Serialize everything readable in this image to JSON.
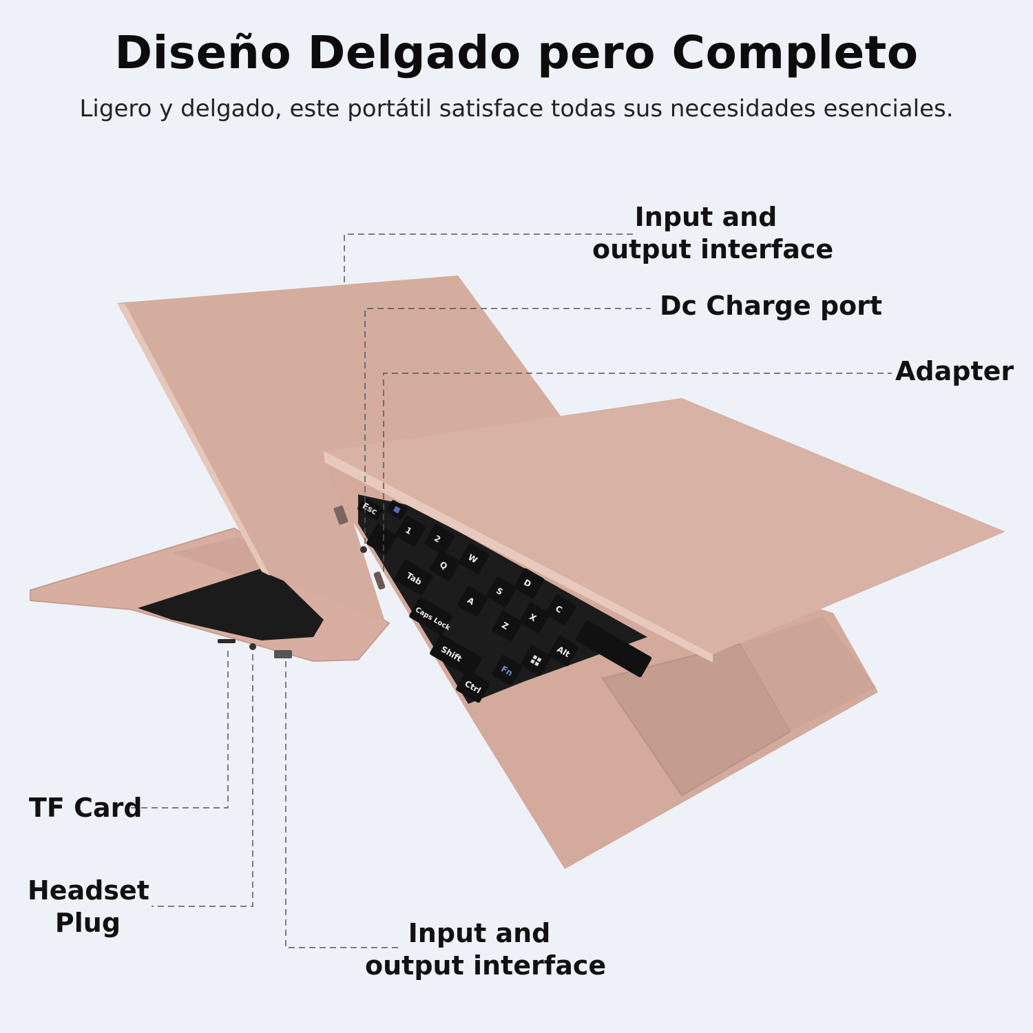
{
  "header": {
    "title": "Diseño Delgado pero Completo",
    "subtitle": "Ligero y delgado, este portátil satisface todas sus necesidades esenciales."
  },
  "callouts": {
    "io_top": {
      "line1": "Input and",
      "line2": "output interface"
    },
    "dc_charge": "Dc Charge port",
    "adapter": "Adapter",
    "tf_card": "TF Card",
    "headset": {
      "line1": "Headset",
      "line2": "Plug"
    },
    "io_bottom": {
      "line1": "Input and",
      "line2": "output interface"
    }
  },
  "keyboard_keys": {
    "esc": "Esc",
    "tab": "Tab",
    "caps": "Caps Lock",
    "shift": "Shift",
    "ctrl": "Ctrl",
    "fn": "Fn",
    "alt": "Alt",
    "q": "Q",
    "w": "W",
    "a": "A",
    "s": "S",
    "d": "D",
    "z": "Z",
    "x": "X",
    "c": "C",
    "one": "1",
    "two": "2"
  },
  "colors": {
    "background": "#eef2f8",
    "laptop_body": "#d9b2a4",
    "laptop_shade": "#c9a194",
    "key": "#111111"
  }
}
